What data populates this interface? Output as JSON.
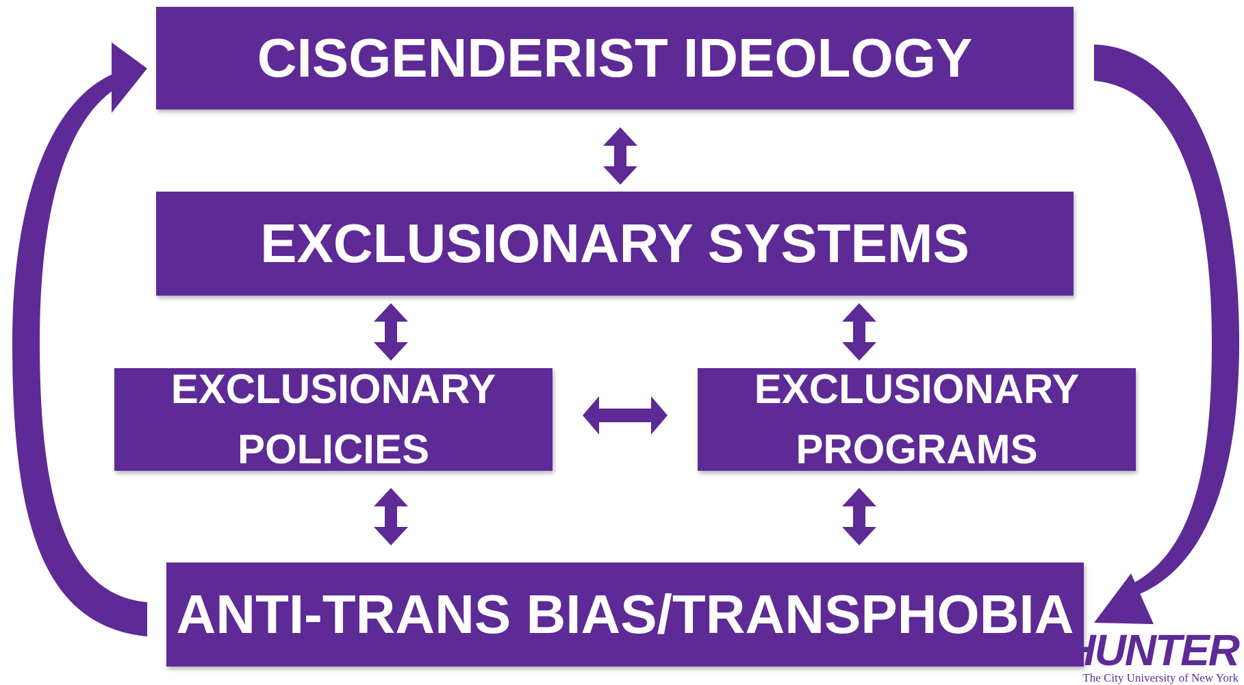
{
  "colors": {
    "primary": "#5d2a96",
    "arrow": "#5d2a96",
    "text": "#ffffff"
  },
  "boxes": {
    "ideology": "CISGENDERIST IDEOLOGY",
    "systems": "EXCLUSIONARY SYSTEMS",
    "policies": {
      "line1": "EXCLUSIONARY",
      "line2": "POLICIES"
    },
    "programs": {
      "line1": "EXCLUSIONARY",
      "line2": "PROGRAMS"
    },
    "bias": "ANTI-TRANS BIAS/TRANSPHOBIA"
  },
  "logo": {
    "word": "HUNTER",
    "subtitle": "The City University of New York"
  },
  "icons": [
    "double-arrow-vertical-icon",
    "double-arrow-horizontal-icon",
    "curved-arrow-icon"
  ]
}
